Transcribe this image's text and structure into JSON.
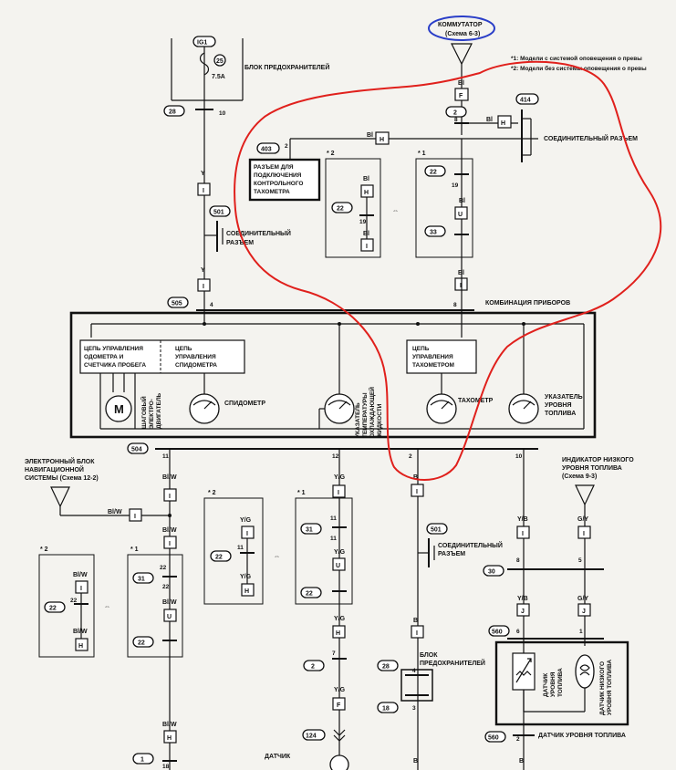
{
  "notes": {
    "n1": "*1: Модели с системой оповещения о превы",
    "n2": "*2: Модели без системы оповещения о превы"
  },
  "labels": {
    "commutator": "КОММУТАТОР",
    "commutator_ref": "(Схема 6-3)",
    "fuse_block_top": "БЛОК ПРЕДОХРАНИТЕЛЕЙ",
    "connector_joint_top": "СОЕДИНИТЕЛЬНЫЙ РАЗЪЕМ",
    "connector_joint_mid_1": "СОЕДИНИТЕЛЬНЫЙ",
    "connector_joint_mid_2": "РАЗЪЕМ",
    "test_conn_1": "РАЗЪЕМ ДЛЯ",
    "test_conn_2": "ПОДКЛЮЧЕНИЯ",
    "test_conn_3": "КОНТРОЛЬНОГО",
    "test_conn_4": "ТАХОМЕТРА",
    "instrument_cluster": "КОМБИНАЦИЯ ПРИБОРОВ",
    "odometer_ctrl_1": "ЦЕПЬ УПРАВЛЕНИЯ",
    "odometer_ctrl_2": "ОДОМЕТРА И",
    "odometer_ctrl_3": "СЧЕТЧИКА ПРОБЕГА",
    "speedo_ctrl_1": "ЦЕПЬ",
    "speedo_ctrl_2": "УПРАВЛЕНИЯ",
    "speedo_ctrl_3": "СПИДОМЕТРА",
    "tacho_ctrl_1": "ЦЕПЬ",
    "tacho_ctrl_2": "УПРАВЛЕНИЯ",
    "tacho_ctrl_3": "ТАХОМЕТРОМ",
    "speedometer": "СПИДОМЕТР",
    "tachometer": "ТАХОМЕТР",
    "fuel_gauge_1": "УКАЗАТЕЛЬ",
    "fuel_gauge_2": "УРОВНЯ",
    "fuel_gauge_3": "ТОПЛИВА",
    "stepper_1": "ШАГОВЫЙ",
    "stepper_2": "ЭЛЕКТРО-",
    "stepper_3": "ДВИГАТЕЛЬ",
    "temp_gauge_1": "УКАЗАТЕЛЬ",
    "temp_gauge_2": "ТЕМПЕРАТУРЫ",
    "temp_gauge_3": "ОХЛАЖДАЮЩЕЙ",
    "temp_gauge_4": "ЖИДКОСТИ",
    "motor_letter": "M",
    "nav_1": "ЭЛЕКТРОННЫЙ БЛОК",
    "nav_2": "НАВИГАЦИОННОЙ",
    "nav_3": "СИСТЕМЫ (Схема 12-2)",
    "low_fuel_1": "ИНДИКАТОР НИЗКОГО",
    "low_fuel_2": "УРОВНЯ ТОПЛИВА",
    "low_fuel_3": "(Схема 9-3)",
    "fuse_block_bot_1": "БЛОК",
    "fuse_block_bot_2": "ПРЕДОХРАНИТЕЛЕЙ",
    "sender_1": "ДАТЧИК",
    "sender_2": "УРОВНЯ",
    "sender_3": "ТОПЛИВА",
    "low_sender_1": "ДАТЧИК НИЗКОГО",
    "low_sender_2": "УРОВНЯ ТОПЛИВА",
    "fuel_sender_bottom": "ДАТЧИК УРОВНЯ ТОПЛИВА",
    "sensor_bottom": "ДАТЧИК",
    "star1": "* 1",
    "star2": "* 2"
  },
  "fuse": {
    "ig": "IG1",
    "number": "25",
    "rating": "7.5A"
  },
  "connectors": {
    "c28": "28",
    "c2": "2",
    "c414": "414",
    "c403": "403",
    "c22": "22",
    "c33": "33",
    "c501": "501",
    "c505": "505",
    "c504": "504",
    "c31": "31",
    "c30": "30",
    "c560": "560",
    "c18": "18",
    "c124": "124",
    "c1": "1"
  },
  "wire_colors": {
    "bl": "Bl",
    "y": "Y",
    "bw": "Bl/W",
    "yg": "Y/G",
    "b": "B",
    "yb": "Y/B",
    "gy": "G/Y"
  },
  "letters": {
    "F": "F",
    "H": "H",
    "I": "I",
    "U": "U",
    "J": "J"
  },
  "pins": {
    "p2": "2",
    "p4": "4",
    "p5": "5",
    "p6": "6",
    "p7": "7",
    "p8": "8",
    "p10": "10",
    "p11": "11",
    "p12": "12",
    "p19": "19",
    "p22": "22",
    "p1": "1",
    "p3": "3",
    "p18": "18"
  }
}
